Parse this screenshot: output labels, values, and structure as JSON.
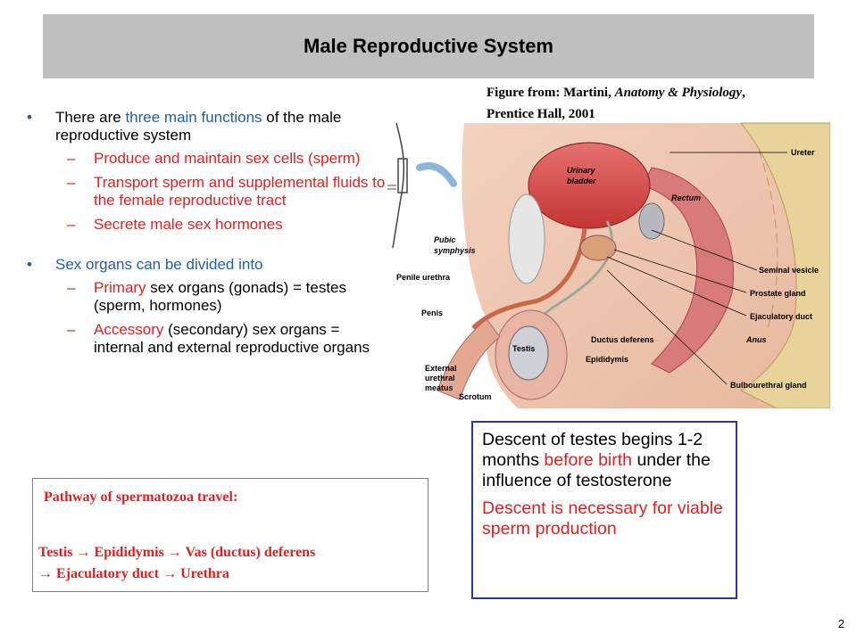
{
  "title": "Male Reproductive System",
  "bullets": {
    "b1_pre": "There are ",
    "b1_red": "three main functions",
    "b1_post": " of the male reproductive system",
    "b1_subs": [
      "Produce and maintain sex cells (sperm)",
      "Transport sperm and supplemental fluids to the female reproductive tract",
      "Secrete male sex hormones"
    ],
    "b2_blue": "Sex organs",
    "b2_post": " can be divided into",
    "b2_sub1_red": "Primary",
    "b2_sub1_post": " sex organs (gonads) = testes (sperm, hormones)",
    "b2_sub2_red": "Accessory",
    "b2_sub2_post": " (secondary) sex organs = internal and external reproductive organs"
  },
  "caption": {
    "pre": "Figure from: Martini, ",
    "italic1": "Anatomy & Physiology",
    "post": ", Prentice Hall, 2001"
  },
  "figure_labels": {
    "ureter": "Ureter",
    "urinary_bladder": "Urinary bladder",
    "rectum": "Rectum",
    "pubic_symphysis": "Pubic symphysis",
    "seminal_vesicle": "Seminal vesicle",
    "penile_urethra": "Penile urethra",
    "prostate_gland": "Prostate gland",
    "ejaculatory_duct": "Ejaculatory duct",
    "penis": "Penis",
    "ductus_deferens": "Ductus deferens",
    "anus": "Anus",
    "testis": "Testis",
    "epididymis": "Epididymis",
    "external_urethral_meatus": "External urethral meatus",
    "scrotum": "Scrotum",
    "bulbourethral_gland": "Bulbourethral gland"
  },
  "pathway": {
    "title": "Pathway of spermatozoa travel:",
    "line1": "Testis → Epididymis → Vas (ductus) deferens",
    "line2": "→ Ejaculatory duct → Urethra"
  },
  "descent": {
    "p1_pre": "Descent of testes begins 1-2 months ",
    "p1_red": "before birth",
    "p1_post": " under the influence of testosterone",
    "p2": "Descent is necessary for viable sperm production"
  },
  "page_number": "2",
  "colors": {
    "accent_red": "#e41e1e",
    "accent_blue": "#1f5fa8",
    "title_bar": "#bfbfbf",
    "box_border": "#2d3a8c"
  }
}
